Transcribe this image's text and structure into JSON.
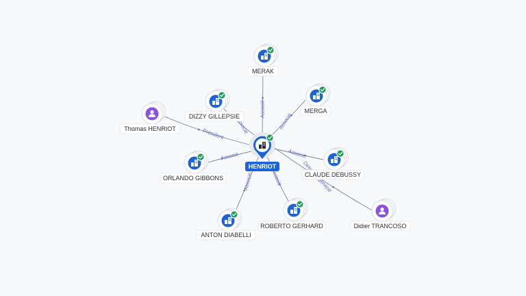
{
  "colors": {
    "background": "#f8f9fb",
    "edge": "#7d8593",
    "edge_label": "#5b6cc9",
    "company_badge": "#1a63d9",
    "check_badge": "#1f9d55",
    "person_badge": "#8a52e0",
    "center_pin": "#1a63d9",
    "label_bg": "#ffffff"
  },
  "center": {
    "name": "HENRIOT",
    "icon": "building-icon",
    "verified": true
  },
  "nodes": [
    {
      "id": "merak",
      "name": "MERAK",
      "kind": "company",
      "icon": "building-icon",
      "verified": true
    },
    {
      "id": "merga",
      "name": "MERGA",
      "kind": "company",
      "icon": "building-icon",
      "verified": true
    },
    {
      "id": "dizzy",
      "name": "DIZZY GILLEPSIE",
      "kind": "company",
      "icon": "building-icon",
      "verified": true
    },
    {
      "id": "thomas",
      "name": "Thomas HENRIOT",
      "kind": "person",
      "icon": "person-icon",
      "verified": false
    },
    {
      "id": "orlando",
      "name": "ORLANDO GIBBONS",
      "kind": "company",
      "icon": "building-icon",
      "verified": true
    },
    {
      "id": "claude",
      "name": "CLAUDE DEBUSSY",
      "kind": "company",
      "icon": "building-icon",
      "verified": true
    },
    {
      "id": "anton",
      "name": "ANTON DIABELLI",
      "kind": "company",
      "icon": "building-icon",
      "verified": true
    },
    {
      "id": "roberto",
      "name": "ROBERTO GERHARD",
      "kind": "company",
      "icon": "building-icon",
      "verified": true
    },
    {
      "id": "didier",
      "name": "Didier TRANCOSO",
      "kind": "person",
      "icon": "person-icon",
      "verified": false
    }
  ],
  "edges": [
    {
      "to": "merak",
      "label": "Associé"
    },
    {
      "to": "merga",
      "label": "Associé"
    },
    {
      "to": "dizzy",
      "label": "Associé"
    },
    {
      "to": "thomas",
      "label": "Président"
    },
    {
      "to": "orlando",
      "label": "Associé"
    },
    {
      "to": "claude",
      "label": "Associé"
    },
    {
      "to": "anton",
      "label": "Associé"
    },
    {
      "to": "roberto",
      "label": "Associé"
    },
    {
      "to": "didier",
      "label": "Directeur général"
    }
  ]
}
